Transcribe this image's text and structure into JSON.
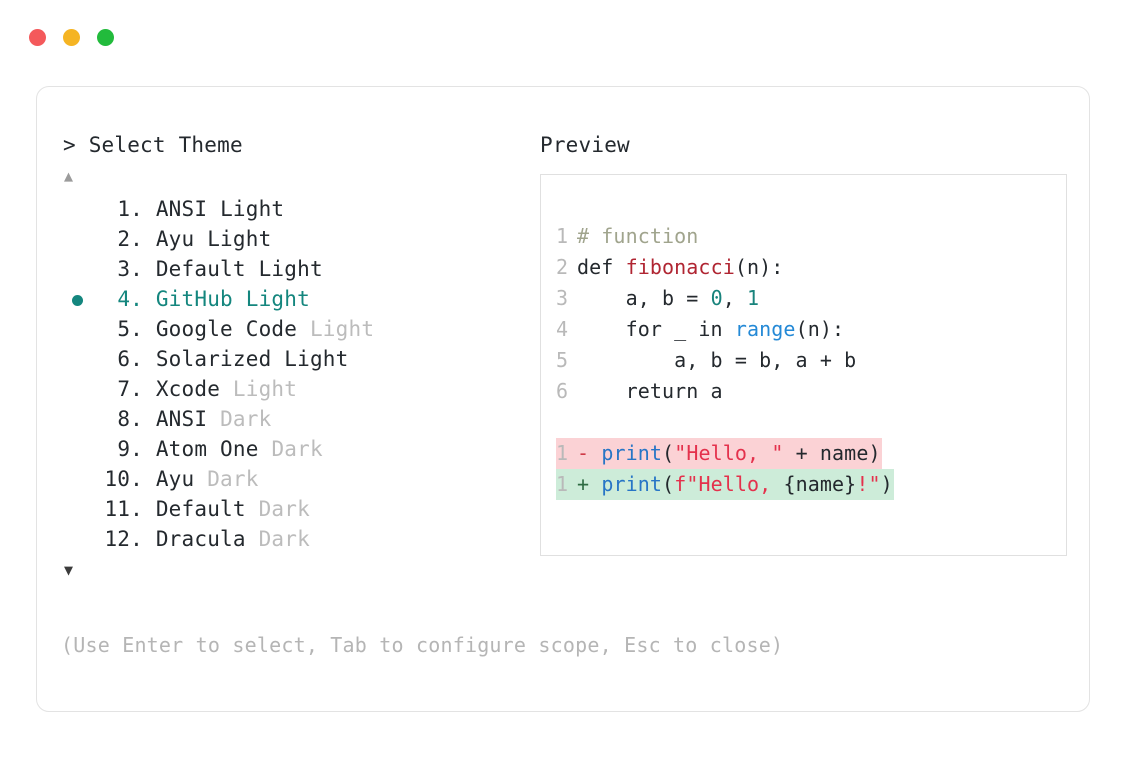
{
  "window": {
    "traffic_lights": [
      {
        "name": "close",
        "color": "#f4595b"
      },
      {
        "name": "minimize",
        "color": "#f5b423"
      },
      {
        "name": "maximize",
        "color": "#22bb3c"
      }
    ]
  },
  "picker": {
    "prompt_caret": ">",
    "prompt_label": "Select Theme",
    "scroll_up_icon": "▲",
    "scroll_down_icon": "▼",
    "selected_index": 4,
    "selected_color": "#14867e",
    "items": [
      {
        "num": "1.",
        "name": "ANSI",
        "suffix": "Light",
        "suffix_dim": false,
        "selected": false
      },
      {
        "num": "2.",
        "name": "Ayu",
        "suffix": "Light",
        "suffix_dim": false,
        "selected": false
      },
      {
        "num": "3.",
        "name": "Default",
        "suffix": "Light",
        "suffix_dim": false,
        "selected": false
      },
      {
        "num": "4.",
        "name": "GitHub",
        "suffix": "Light",
        "suffix_dim": false,
        "selected": true
      },
      {
        "num": "5.",
        "name": "Google Code",
        "suffix": "Light",
        "suffix_dim": true,
        "selected": false
      },
      {
        "num": "6.",
        "name": "Solarized",
        "suffix": "Light",
        "suffix_dim": false,
        "selected": false
      },
      {
        "num": "7.",
        "name": "Xcode",
        "suffix": "Light",
        "suffix_dim": true,
        "selected": false
      },
      {
        "num": "8.",
        "name": "ANSI",
        "suffix": "Dark",
        "suffix_dim": true,
        "selected": false
      },
      {
        "num": "9.",
        "name": "Atom One",
        "suffix": "Dark",
        "suffix_dim": true,
        "selected": false
      },
      {
        "num": "10.",
        "name": "Ayu",
        "suffix": "Dark",
        "suffix_dim": true,
        "selected": false
      },
      {
        "num": "11.",
        "name": "Default",
        "suffix": "Dark",
        "suffix_dim": true,
        "selected": false
      },
      {
        "num": "12.",
        "name": "Dracula",
        "suffix": "Dark",
        "suffix_dim": true,
        "selected": false
      }
    ],
    "hint": "(Use Enter to select, Tab to configure scope, Esc to close)"
  },
  "preview": {
    "label": "Preview",
    "code_lines": [
      {
        "ln": "1",
        "tokens": [
          {
            "t": "# function",
            "c": "comment"
          }
        ]
      },
      {
        "ln": "2",
        "tokens": [
          {
            "t": "def ",
            "c": "keyword"
          },
          {
            "t": "fibonacci",
            "c": "func"
          },
          {
            "t": "(n):",
            "c": "plain"
          }
        ]
      },
      {
        "ln": "3",
        "tokens": [
          {
            "t": "    a, b = ",
            "c": "plain"
          },
          {
            "t": "0",
            "c": "number"
          },
          {
            "t": ", ",
            "c": "plain"
          },
          {
            "t": "1",
            "c": "number"
          }
        ]
      },
      {
        "ln": "4",
        "tokens": [
          {
            "t": "    for _ in ",
            "c": "plain"
          },
          {
            "t": "range",
            "c": "builtin"
          },
          {
            "t": "(n):",
            "c": "plain"
          }
        ]
      },
      {
        "ln": "5",
        "tokens": [
          {
            "t": "        a, b = b, a + b",
            "c": "plain"
          }
        ]
      },
      {
        "ln": "6",
        "tokens": [
          {
            "t": "    return a",
            "c": "plain"
          }
        ]
      }
    ],
    "diff_lines": [
      {
        "ln": "1",
        "kind": "del",
        "marker": "-",
        "bg": "#fbd2d5",
        "tokens": [
          {
            "t": "print",
            "c": "print"
          },
          {
            "t": "(",
            "c": "plain"
          },
          {
            "t": "\"Hello, \"",
            "c": "string"
          },
          {
            "t": " + name)",
            "c": "plain"
          }
        ]
      },
      {
        "ln": "1",
        "kind": "add",
        "marker": "+",
        "bg": "#cdecd9",
        "tokens": [
          {
            "t": "print",
            "c": "print"
          },
          {
            "t": "(",
            "c": "plain"
          },
          {
            "t": "f\"Hello, ",
            "c": "string"
          },
          {
            "t": "{name}",
            "c": "plain"
          },
          {
            "t": "!\"",
            "c": "string"
          },
          {
            "t": ")",
            "c": "plain"
          }
        ]
      }
    ]
  }
}
